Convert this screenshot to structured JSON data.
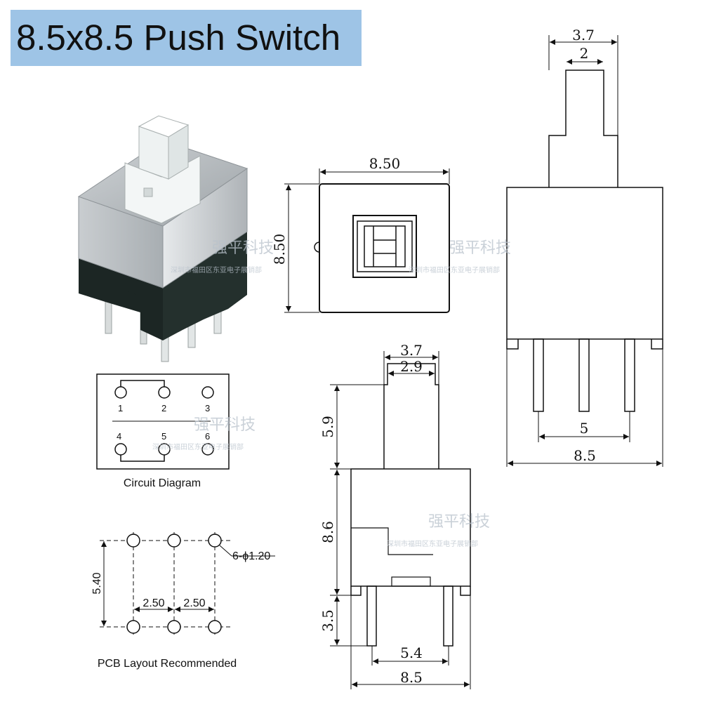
{
  "title": "8.5x8.5 Push Switch",
  "top_view": {
    "width_label": "8.50",
    "height_label": "8.50"
  },
  "side_view": {
    "top_width": "3.7",
    "inner_width": "2",
    "pin_spacing": "5",
    "body_width": "8.5"
  },
  "front_view": {
    "top_width": "3.7",
    "inner_width": "2.9",
    "plunger_height": "5.9",
    "body_height": "8.6",
    "pin_height": "3.5",
    "pin_spacing": "5.4",
    "body_width": "8.5"
  },
  "circuit": {
    "caption": "Circuit Diagram",
    "pins": [
      "1",
      "2",
      "3",
      "4",
      "5",
      "6"
    ]
  },
  "pcb": {
    "caption": "PCB Layout Recommended",
    "hole_spec": "6-ϕ1.20",
    "row_spacing": "5.40",
    "col_spacing_1": "2.50",
    "col_spacing_2": "2.50"
  },
  "watermark": {
    "name": "强平科技",
    "sub": "深圳市福田区东亚电子展销部"
  },
  "colors": {
    "banner": "#9ec4e6",
    "body_metal": "#b8bcbf",
    "body_base": "#1f2a27",
    "plunger": "#eef2f2"
  }
}
